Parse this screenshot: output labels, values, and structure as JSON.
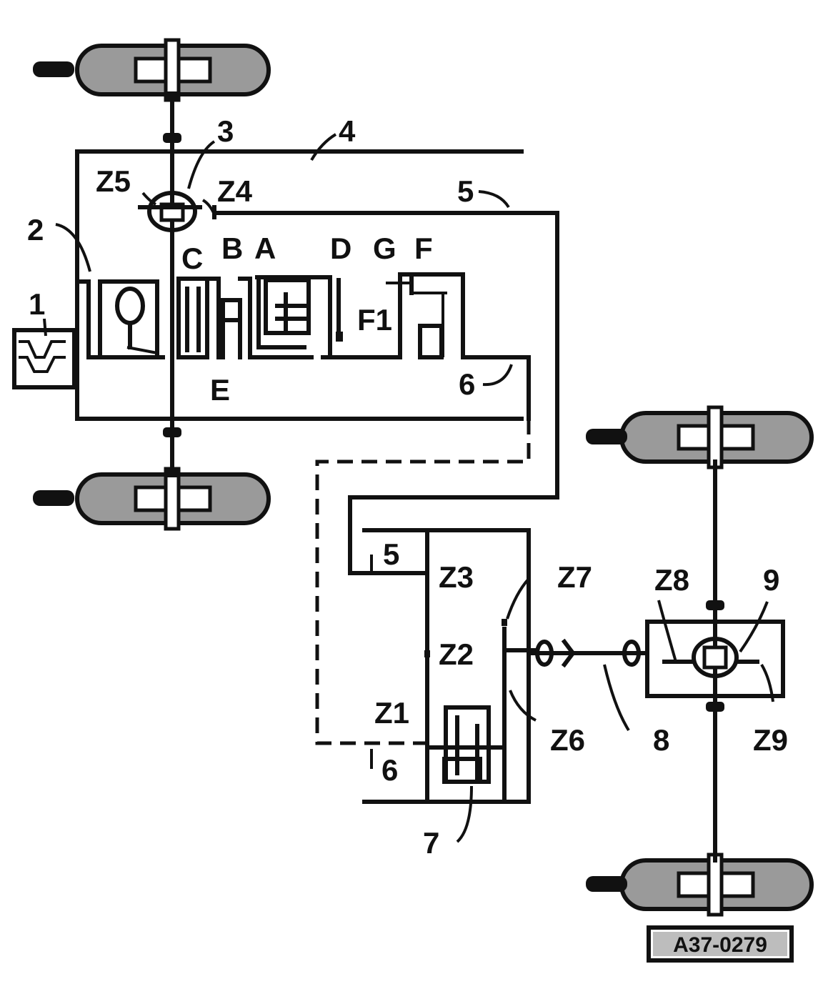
{
  "labels": {
    "n1": "1",
    "n2": "2",
    "n3": "3",
    "n4": "4",
    "n5": "5",
    "n5b": "5",
    "n6": "6",
    "n6b": "6",
    "n7": "7",
    "n8": "8",
    "n9": "9",
    "z1": "Z1",
    "z2": "Z2",
    "z3": "Z3",
    "z4": "Z4",
    "z5": "Z5",
    "z26": "Z6",
    "z27": "Z7",
    "z28": "Z8",
    "z29": "Z9",
    "a": "A",
    "b": "B",
    "c": "C",
    "d": "D",
    "e": "E",
    "f": "F",
    "g": "G",
    "f1": "F1"
  },
  "figure_code": "A37-0279"
}
